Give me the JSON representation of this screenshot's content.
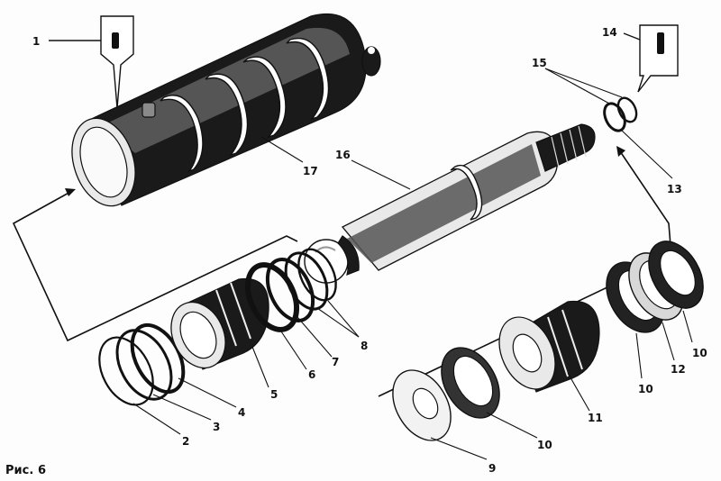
{
  "figure": {
    "caption_prefix": "Рис.",
    "caption_number": "6"
  },
  "labels": {
    "p1": "1",
    "p2": "2",
    "p3": "3",
    "p4": "4",
    "p5": "5",
    "p6": "6",
    "p7": "7",
    "p8": "8",
    "p9": "9",
    "p10a": "10",
    "p10b": "10",
    "p10c": "10",
    "p11": "11",
    "p12": "12",
    "p13": "13",
    "p14": "14",
    "p15": "15",
    "p16": "16",
    "p17": "17"
  }
}
